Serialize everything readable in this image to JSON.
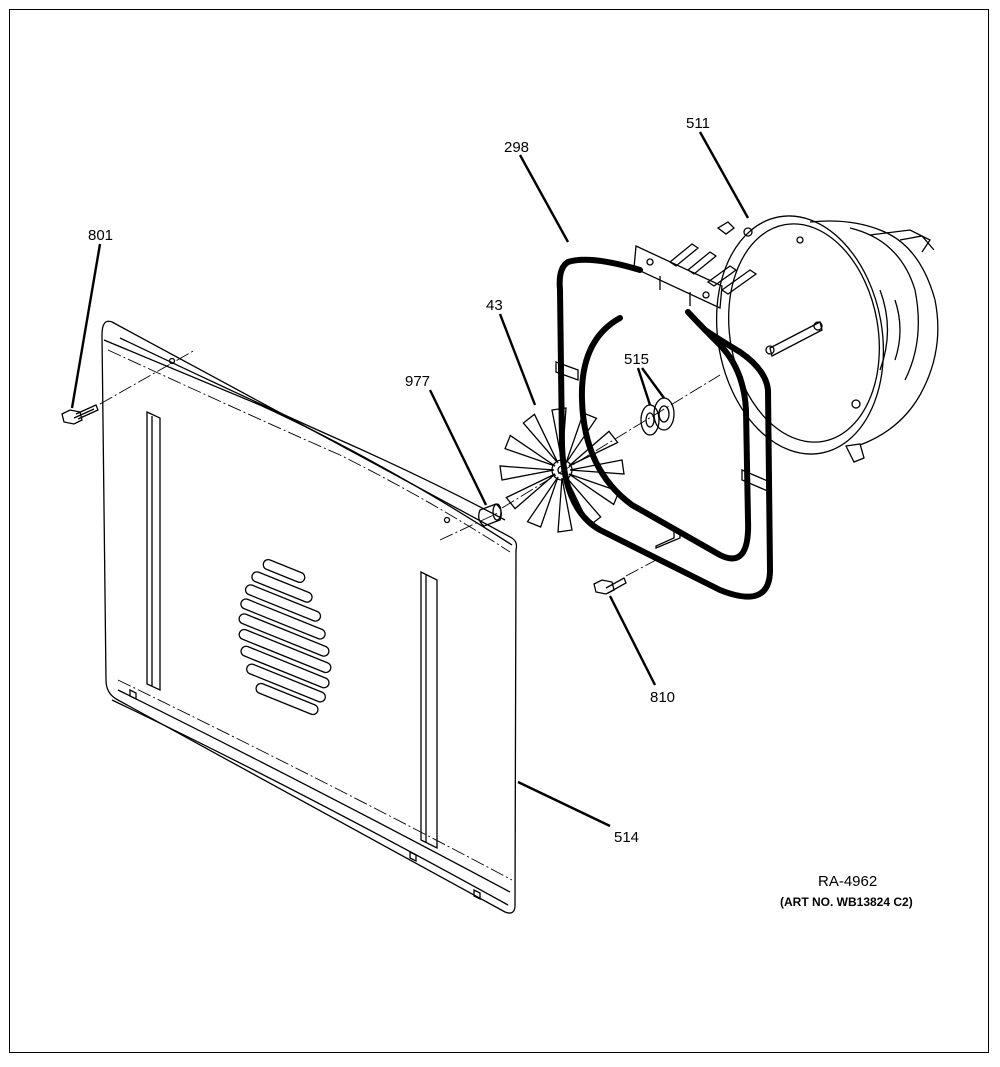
{
  "diagram": {
    "callouts": {
      "p801": "801",
      "p298": "298",
      "p511": "511",
      "p43": "43",
      "p515": "515",
      "p977": "977",
      "p810": "810",
      "p514": "514"
    },
    "reference": "RA-4962",
    "art_number": "(ART NO. WB13824 C2)"
  }
}
